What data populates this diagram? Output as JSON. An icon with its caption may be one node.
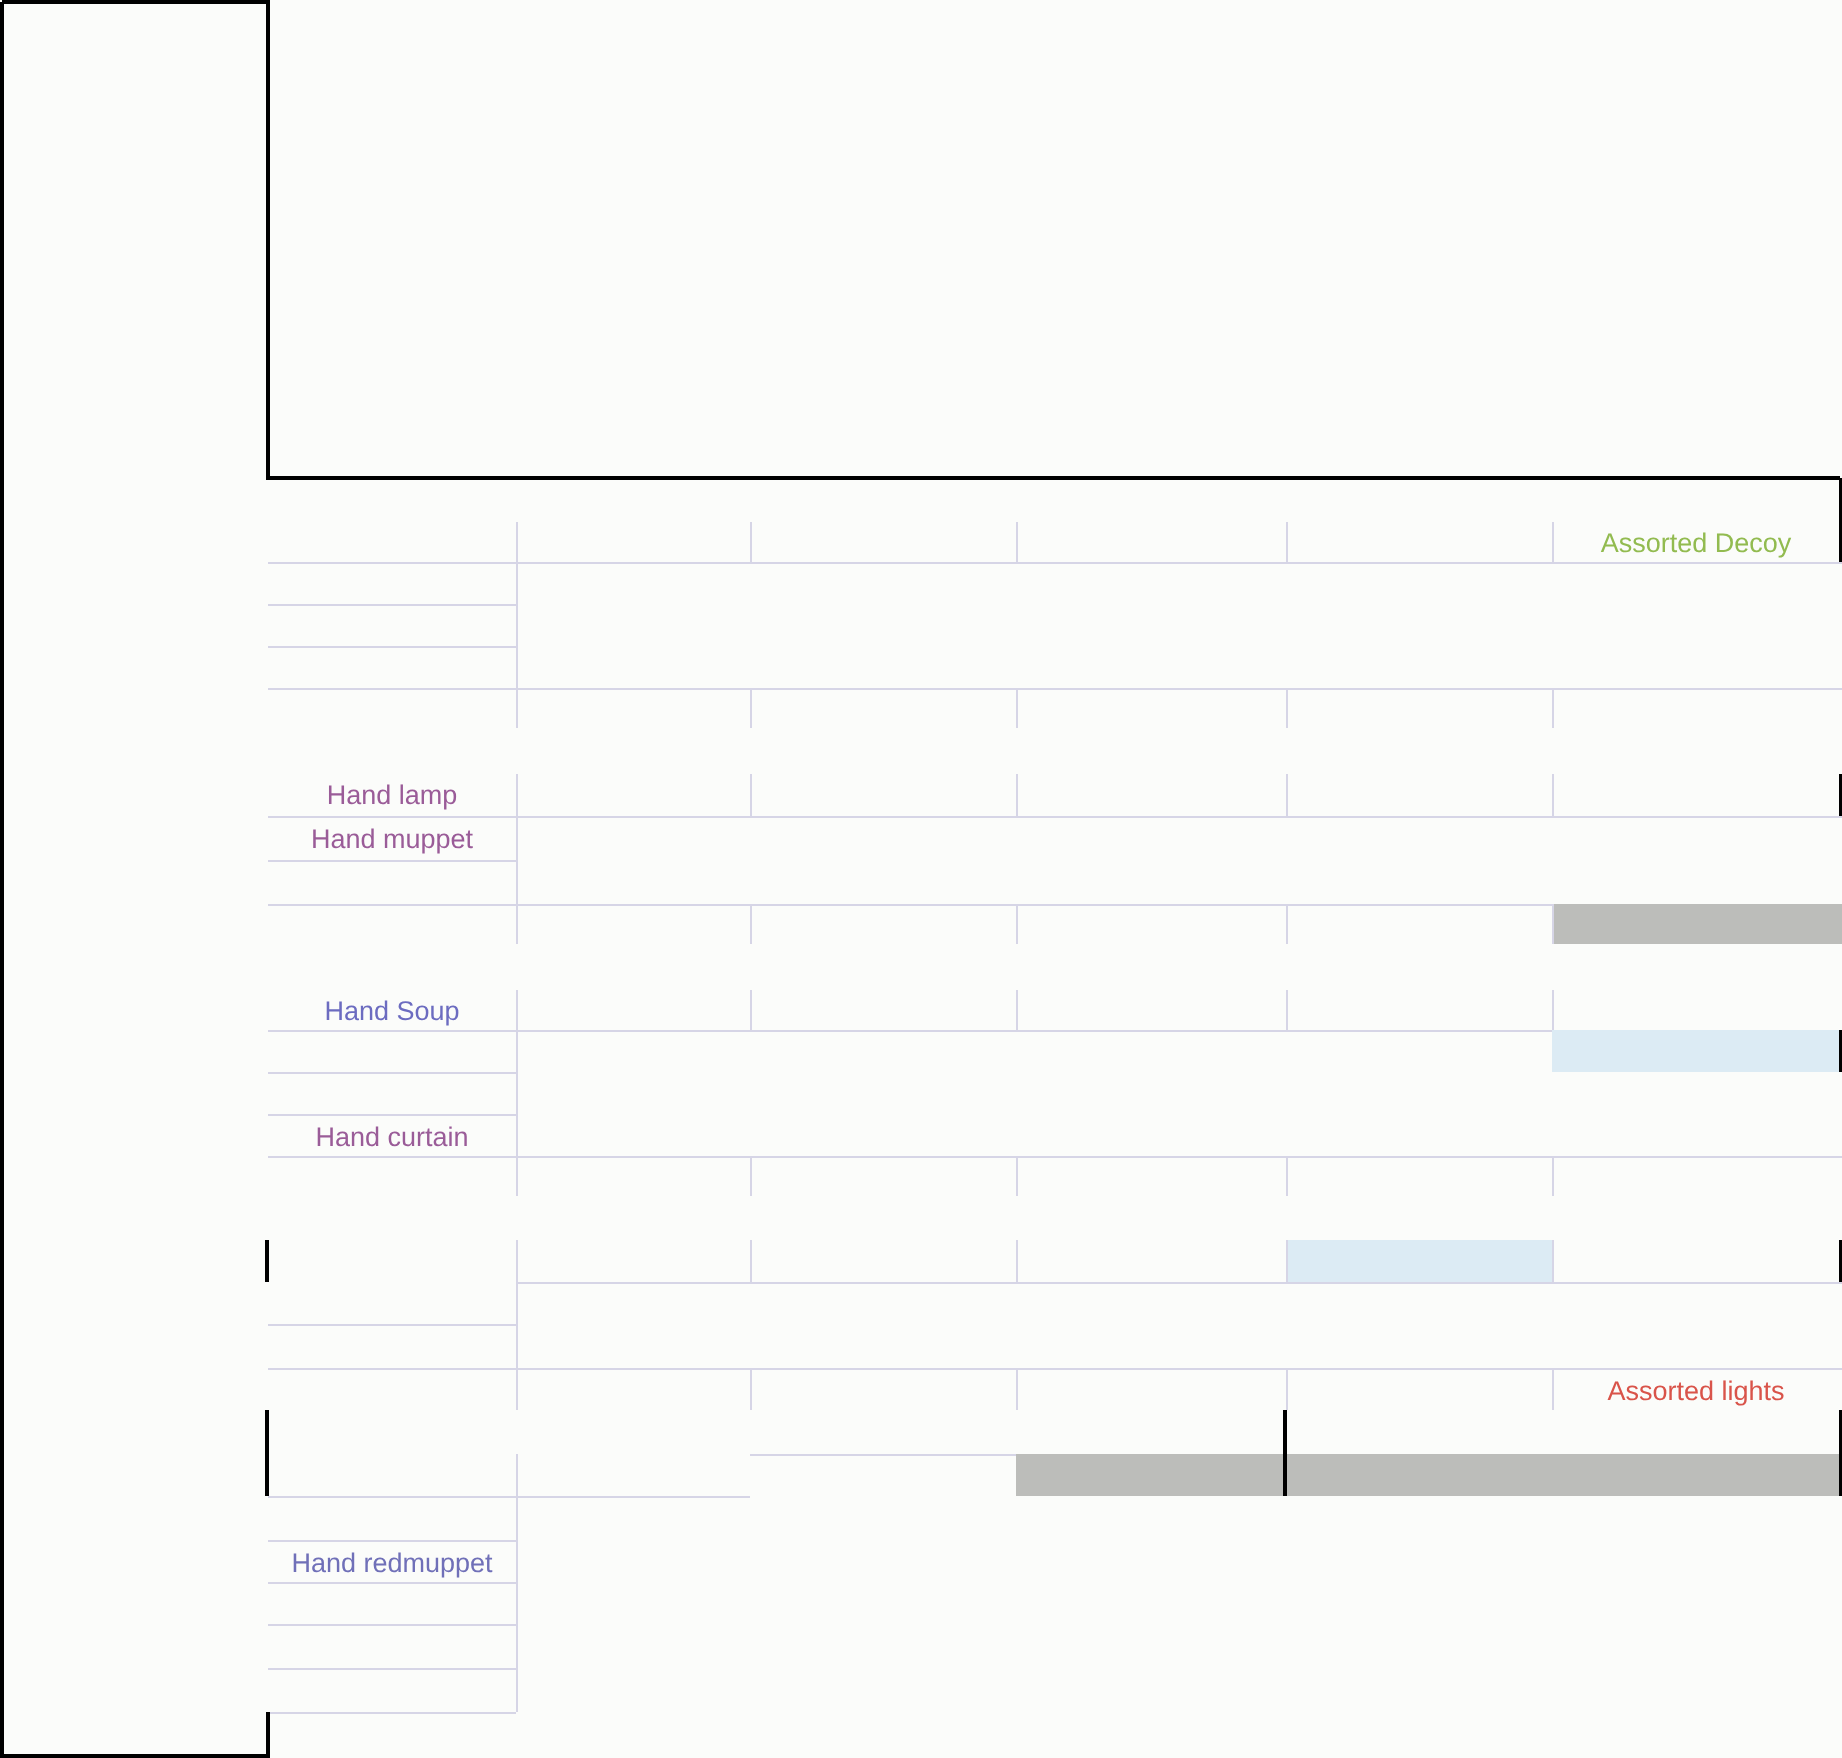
{
  "diagram": {
    "labels": [
      "Assorted Decoy",
      "Hand lamp",
      "Hand muppet",
      "Hand Soup",
      "Hand curtain",
      "Assorted lights",
      "Hand redmuppet"
    ]
  }
}
